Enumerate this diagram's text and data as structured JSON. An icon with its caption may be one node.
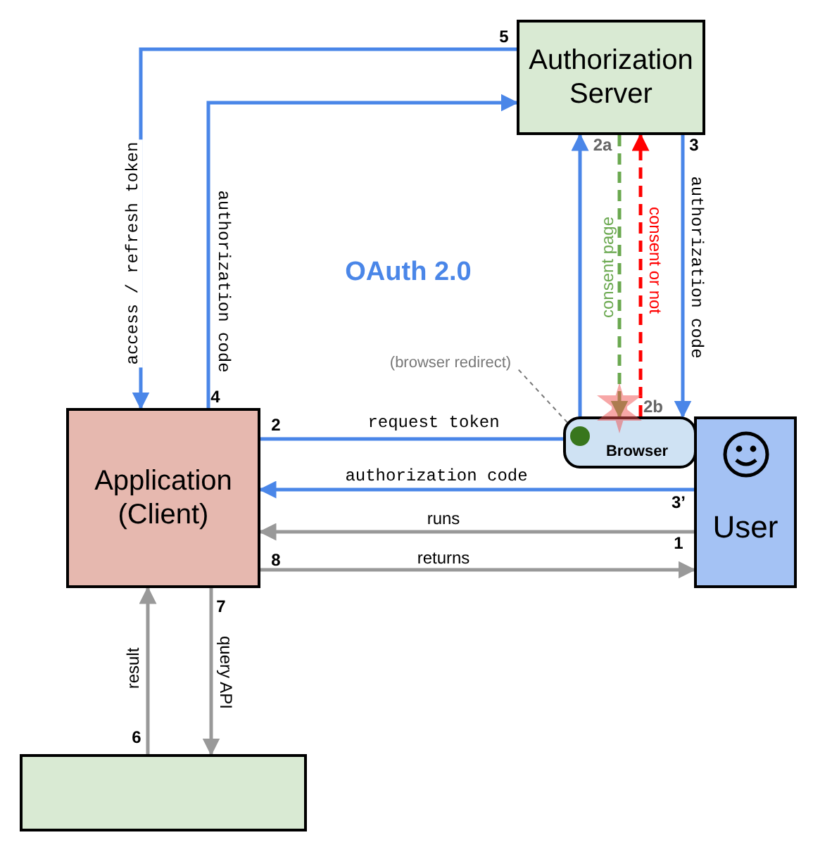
{
  "diagram": {
    "title": "OAuth 2.0",
    "nodes": [
      {
        "text": [
          "Authorization Server"
        ]
      },
      {
        "text": [
          "Application (Client)"
        ]
      },
      {
        "text": [
          "Browser"
        ]
      },
      {
        "text": [
          "User"
        ]
      },
      {
        "text": [],
        "shape": "box"
      },
      {
        "text": [
          "(browser redirect)"
        ]
      },
      {
        "text": [],
        "shape": "circle",
        "in": 2
      }
    ],
    "edges": [
      {
        "from": 0,
        "to": 1,
        "arrow": "to",
        "label": "access / refresh token"
      },
      {
        "from": 1,
        "to": 0,
        "arrow": "to",
        "label": "authorization code"
      },
      {
        "from": 1,
        "to": 6,
        "arrow": "none",
        "label": "request token"
      },
      {
        "from": 6,
        "to": 0,
        "arrow": "to"
      },
      {
        "from": 0,
        "to": 2,
        "arrow": "to",
        "label": "consent page",
        "style": "dashed",
        "color": "#6aa84f"
      },
      {
        "from": 2,
        "to": 0,
        "arrow": "to",
        "label": "consent or not",
        "style": "dashed",
        "color": "#ff0000"
      },
      {
        "from": 0,
        "to": 2,
        "arrow": "to",
        "label": "authorization code"
      },
      {
        "from": 3,
        "to": 1,
        "arrow": "to",
        "label": "authorization code"
      },
      {
        "from": 3,
        "to": 1,
        "arrow": "to",
        "label": "runs",
        "color": "#999999"
      },
      {
        "from": 1,
        "to": 3,
        "arrow": "to",
        "label": "returns",
        "color": "#999999"
      },
      {
        "from": 4,
        "to": 1,
        "arrow": "to",
        "label": "result",
        "color": "#999999"
      },
      {
        "from": 1,
        "to": 4,
        "arrow": "to",
        "label": "query API",
        "color": "#999999"
      },
      {
        "from": 5,
        "to": 6,
        "arrow": "none",
        "style": "dashed",
        "color": "#777777"
      }
    ],
    "labels": [
      "5",
      "2a",
      "3",
      "4",
      "2b",
      "2",
      "3’",
      "1",
      "8",
      "7",
      "6"
    ]
  }
}
